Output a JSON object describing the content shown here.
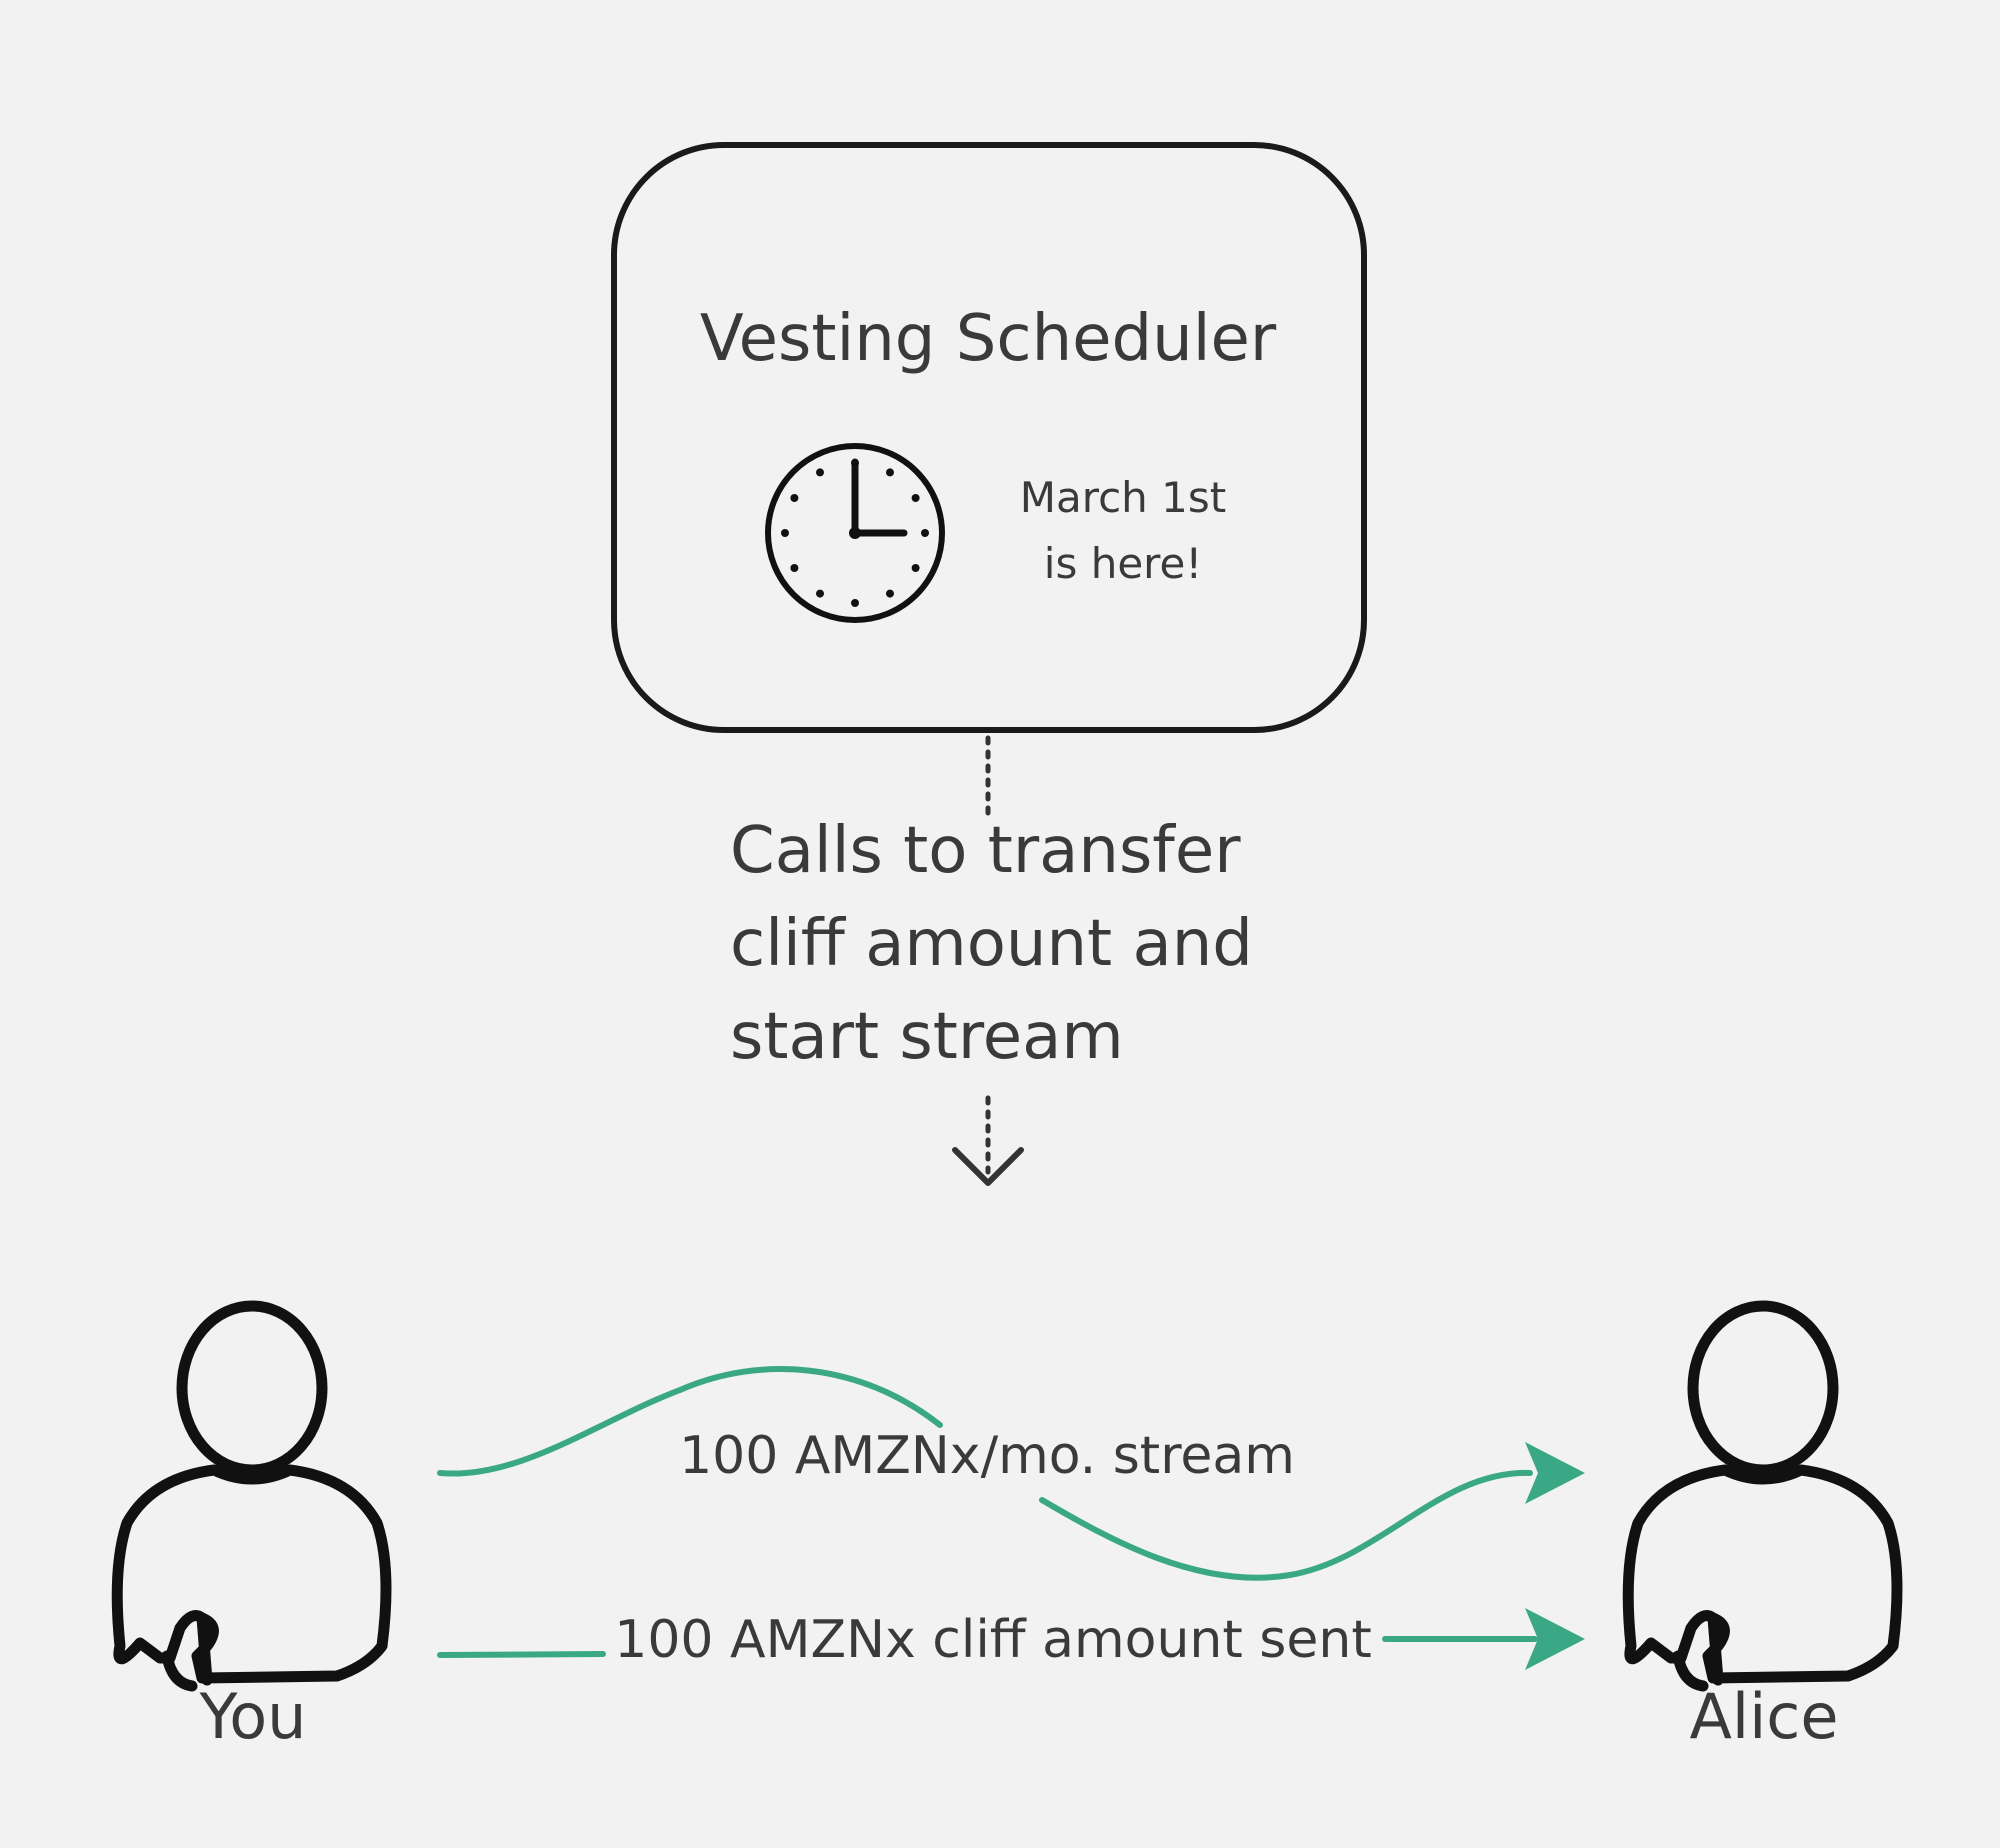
{
  "scheduler": {
    "title": "Vesting Scheduler",
    "note_line1": "March 1st",
    "note_line2": "is here!"
  },
  "call": {
    "line1": "Calls to transfer",
    "line2": "cliff amount and",
    "line3": "start stream"
  },
  "actors": {
    "sender": "You",
    "receiver": "Alice"
  },
  "flows": {
    "stream_label": "100 AMZNx/mo. stream",
    "cliff_label": "100 AMZNx cliff amount sent"
  },
  "colors": {
    "accent": "#3aa885",
    "ink": "#111111",
    "text": "#3a3a3a",
    "background": "#f2f2f2"
  },
  "icons": [
    "clock-icon",
    "person-icon",
    "arrow-down-icon",
    "arrow-right-icon"
  ]
}
